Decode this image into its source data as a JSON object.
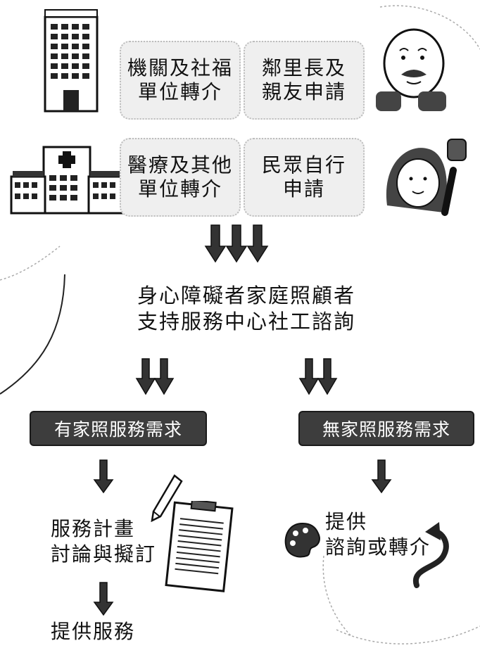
{
  "sources": {
    "agency_referral": [
      "機關及社福",
      "單位轉介"
    ],
    "village_chief": [
      "鄰里長及",
      "親友申請"
    ],
    "medical_referral": [
      "醫療及其他",
      "單位轉介"
    ],
    "self_application": [
      "民眾自行",
      "申請"
    ]
  },
  "center": [
    "身心障礙者家庭照顧者",
    "支持服務中心社工諮詢"
  ],
  "branch_yes": {
    "label": "有家照服務需求",
    "step": [
      "服務計畫",
      "討論與擬訂"
    ],
    "final": "提供服務"
  },
  "branch_no": {
    "label": "無家照服務需求",
    "step": [
      "提供",
      "諮詢或轉介"
    ]
  },
  "icons": [
    "office-building-icon",
    "hospital-icon",
    "man-icon",
    "woman-icon",
    "pencil-icon",
    "clipboard-icon",
    "palette-icon",
    "curved-arrow-icon"
  ]
}
